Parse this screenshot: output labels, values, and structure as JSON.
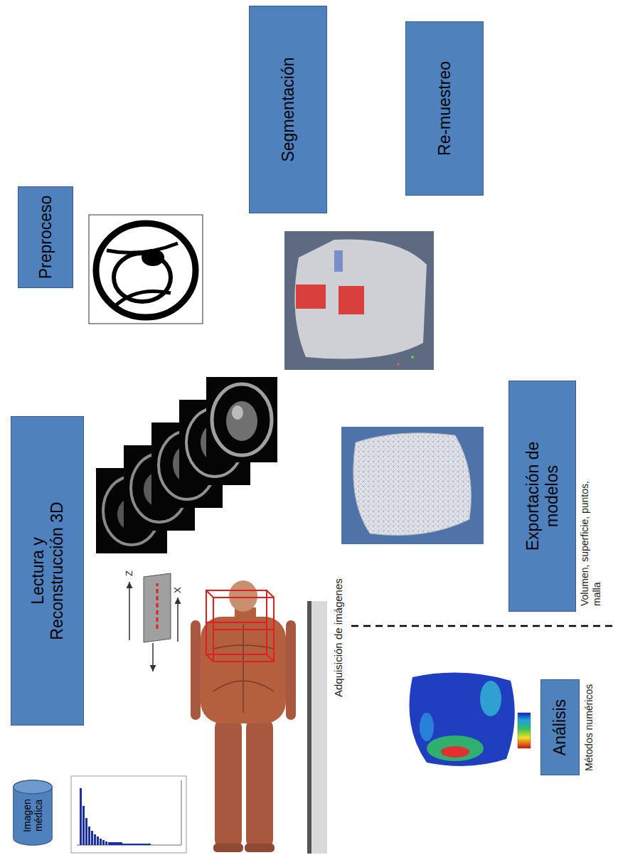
{
  "diagram": {
    "nodes": [
      {
        "text": [
          "Imagen médica"
        ]
      },
      {
        "text": [
          "Lectura y Reconstrucción 3D"
        ]
      },
      {
        "text": [
          "Preproceso"
        ]
      },
      {
        "text": [
          "Segmentación"
        ]
      },
      {
        "text": [
          "Re-muestreo"
        ]
      },
      {
        "text": [
          "Exportación de modelos"
        ]
      },
      {
        "text": [
          "Análisis"
        ]
      }
    ],
    "edges": [
      {
        "from": 0,
        "to": 1,
        "arrow": "to"
      },
      {
        "from": 1,
        "to": 2,
        "arrow": "to"
      },
      {
        "from": 2,
        "to": 3,
        "arrow": "to"
      },
      {
        "from": 3,
        "to": 4,
        "arrow": "to"
      },
      {
        "from": 4,
        "to": 5,
        "arrow": "to"
      },
      {
        "from": 5,
        "to": 6,
        "arrow": "to"
      }
    ],
    "labels": [
      "Z",
      "X",
      "Adquisición de imágenes",
      "Volumen, superficie, puntos, malla",
      "Métodos numéricos"
    ]
  }
}
